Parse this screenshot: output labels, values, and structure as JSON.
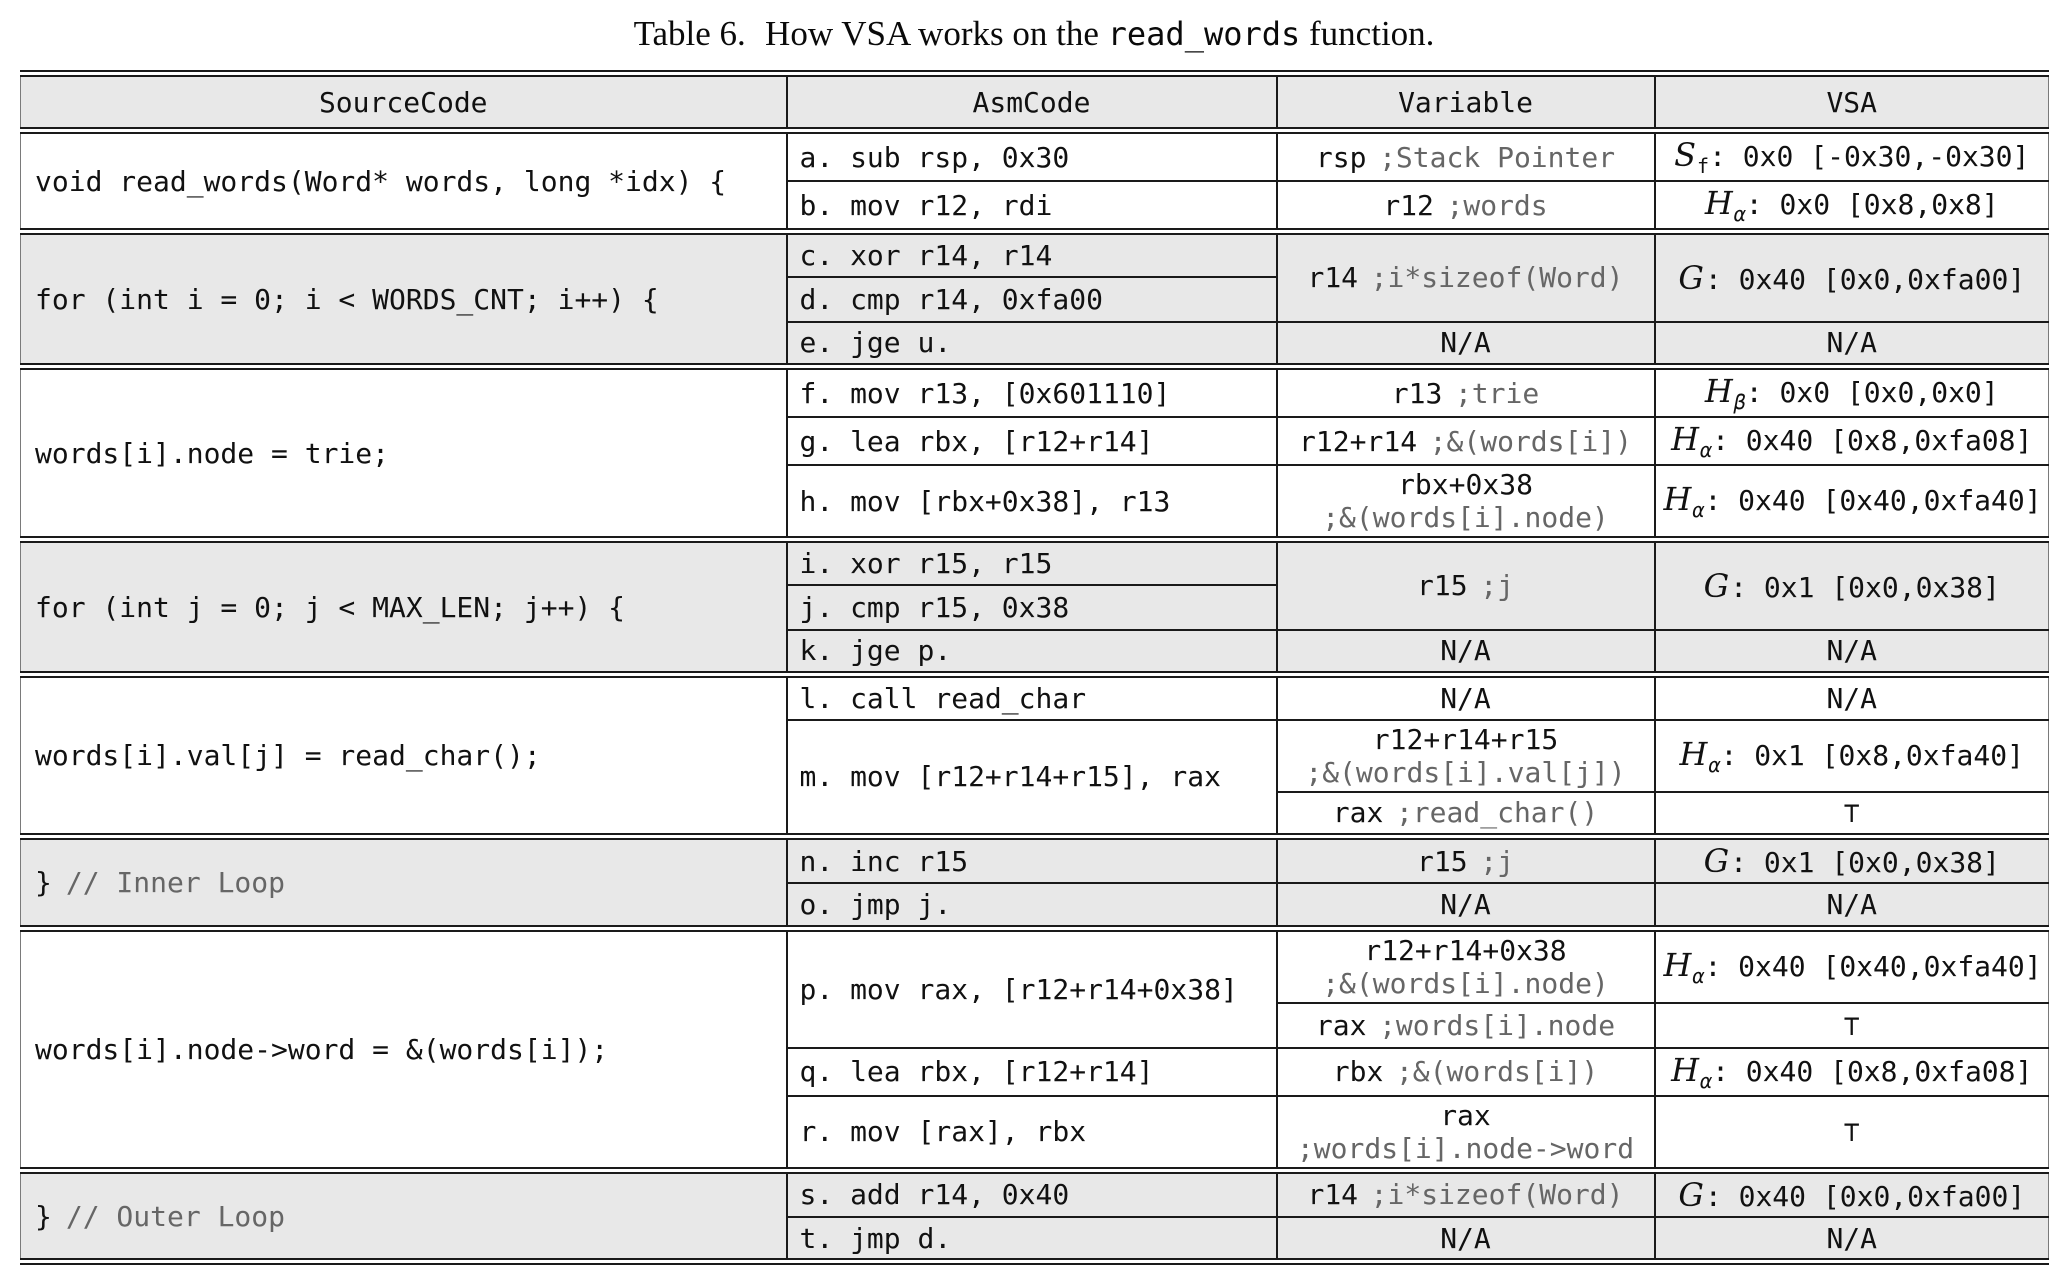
{
  "caption": {
    "label": "Table 6.",
    "prefix": "How VSA works on the ",
    "code": "read_words",
    "suffix": " function."
  },
  "columns": [
    "SourceCode",
    "AsmCode",
    "Variable",
    "VSA"
  ],
  "colors": {
    "row_shade": "#e8e8e8",
    "comment_gray": "#666666",
    "border": "#1a1a1a"
  },
  "groups": [
    {
      "source_code": "void read_words(Word* words, long *idx) {",
      "shaded": false,
      "rows": [
        {
          "asm": "a. sub rsp, 0x30",
          "var_reg": "rsp",
          "var_cmt": ";Stack Pointer",
          "vsa_script": "S",
          "vsa_sub": "f",
          "vsa_rest": ": 0x0 [-0x30,-0x30]"
        },
        {
          "asm": "b. mov r12, rdi",
          "var_reg": "r12",
          "var_cmt": ";words",
          "vsa_script": "H",
          "vsa_sub": "α",
          "vsa_rest": ": 0x0 [0x8,0x8]"
        }
      ]
    },
    {
      "source_code": "for (int i = 0; i < WORDS_CNT; i++) {",
      "shaded": true,
      "rows": [
        {
          "asm": "c. xor r14, r14",
          "var_reg": "r14",
          "var_cmt": ";i*sizeof(Word)",
          "vsa_script": "G",
          "vsa_rest": ": 0x40 [0x0,0xfa00]"
        },
        {
          "asm": "d. cmp r14, 0xfa00"
        },
        {
          "asm": "e. jge u.",
          "var_na": "N/A",
          "vsa_plain": "N/A"
        }
      ]
    },
    {
      "source_code": "words[i].node = trie;",
      "shaded": false,
      "rows": [
        {
          "asm": "f. mov r13, [0x601110]",
          "var_reg": "r13",
          "var_cmt": ";trie",
          "vsa_script": "H",
          "vsa_sub": "β",
          "vsa_rest": ": 0x0 [0x0,0x0]"
        },
        {
          "asm": "g. lea rbx, [r12+r14]",
          "var_reg": "r12+r14",
          "var_cmt": ";&(words[i])",
          "vsa_script": "H",
          "vsa_sub": "α",
          "vsa_rest": ": 0x40 [0x8,0xfa08]"
        },
        {
          "asm": "h. mov [rbx+0x38], r13",
          "var_reg": "rbx+0x38",
          "var_cmt": ";&(words[i].node)",
          "vsa_script": "H",
          "vsa_sub": "α",
          "vsa_rest": ": 0x40 [0x40,0xfa40]"
        }
      ]
    },
    {
      "source_code": "for (int j = 0; j < MAX_LEN; j++) {",
      "shaded": true,
      "rows": [
        {
          "asm": "i. xor r15, r15",
          "var_reg": "r15",
          "var_cmt": ";j",
          "vsa_script": "G",
          "vsa_rest": ": 0x1 [0x0,0x38]"
        },
        {
          "asm": "j. cmp r15, 0x38"
        },
        {
          "asm": "k. jge p.",
          "var_na": "N/A",
          "vsa_plain": "N/A"
        }
      ]
    },
    {
      "source_code": "words[i].val[j] = read_char();",
      "shaded": false,
      "rows": [
        {
          "asm": "l. call read_char",
          "var_na": "N/A",
          "vsa_plain": "N/A"
        },
        {
          "asm": "m. mov [r12+r14+r15], rax",
          "var_reg": "r12+r14+r15",
          "var_cmt": ";&(words[i].val[j])",
          "vsa_script": "H",
          "vsa_sub": "α",
          "vsa_rest": ": 0x1 [0x8,0xfa40]"
        },
        {
          "var_reg": "rax",
          "var_cmt": ";read_char()",
          "vsa_plain": "⊤"
        }
      ]
    },
    {
      "source_code": "}",
      "source_comment": "// Inner Loop",
      "shaded": true,
      "rows": [
        {
          "asm": "n. inc r15",
          "var_reg": "r15",
          "var_cmt": ";j",
          "vsa_script": "G",
          "vsa_rest": ": 0x1 [0x0,0x38]"
        },
        {
          "asm": "o. jmp j.",
          "var_na": "N/A",
          "vsa_plain": "N/A"
        }
      ]
    },
    {
      "source_code": "words[i].node->word = &(words[i]);",
      "shaded": false,
      "rows": [
        {
          "asm": "p. mov rax, [r12+r14+0x38]",
          "var_reg": "r12+r14+0x38",
          "var_cmt": ";&(words[i].node)",
          "vsa_script": "H",
          "vsa_sub": "α",
          "vsa_rest": ": 0x40 [0x40,0xfa40]"
        },
        {
          "var_reg": "rax",
          "var_cmt": ";words[i].node",
          "vsa_plain": "⊤"
        },
        {
          "asm": "q. lea rbx, [r12+r14]",
          "var_reg": "rbx",
          "var_cmt": ";&(words[i])",
          "vsa_script": "H",
          "vsa_sub": "α",
          "vsa_rest": ": 0x40 [0x8,0xfa08]"
        },
        {
          "asm": "r. mov [rax], rbx",
          "var_reg": "rax",
          "var_cmt": ";words[i].node->word",
          "vsa_plain": "⊤"
        }
      ]
    },
    {
      "source_code": "}",
      "source_comment": "// Outer Loop",
      "shaded": true,
      "rows": [
        {
          "asm": "s. add r14, 0x40",
          "var_reg": "r14",
          "var_cmt": ";i*sizeof(Word)",
          "vsa_script": "G",
          "vsa_rest": ": 0x40 [0x0,0xfa00]"
        },
        {
          "asm": "t. jmp d.",
          "var_na": "N/A",
          "vsa_plain": "N/A"
        }
      ]
    }
  ]
}
